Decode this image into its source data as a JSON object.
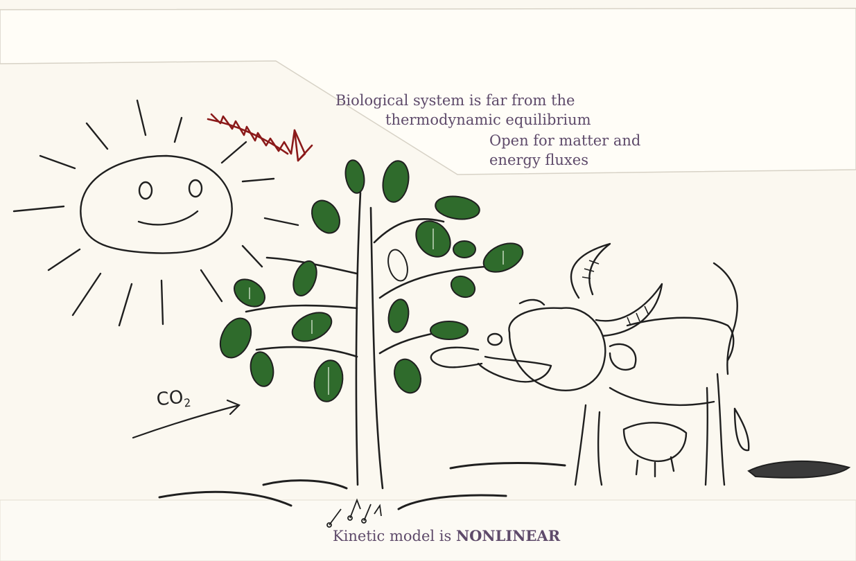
{
  "captions": {
    "line1": "Biological system is far from the",
    "line2": "thermodynamic equilibrium",
    "line3": "Open for matter and",
    "line4": "energy fluxes"
  },
  "bottom": {
    "prefix": "Kinetic model is ",
    "emphasis": "NONLINEAR"
  },
  "labels": {
    "co2": "CO",
    "co2_sub": "2"
  },
  "colors": {
    "ink": "#1f1f1f",
    "leaf_green": "#2f6b2c",
    "caption_purple": "#5e4a6a",
    "red_scribble": "#8b1a1a",
    "paper": "#fbf8f0"
  }
}
